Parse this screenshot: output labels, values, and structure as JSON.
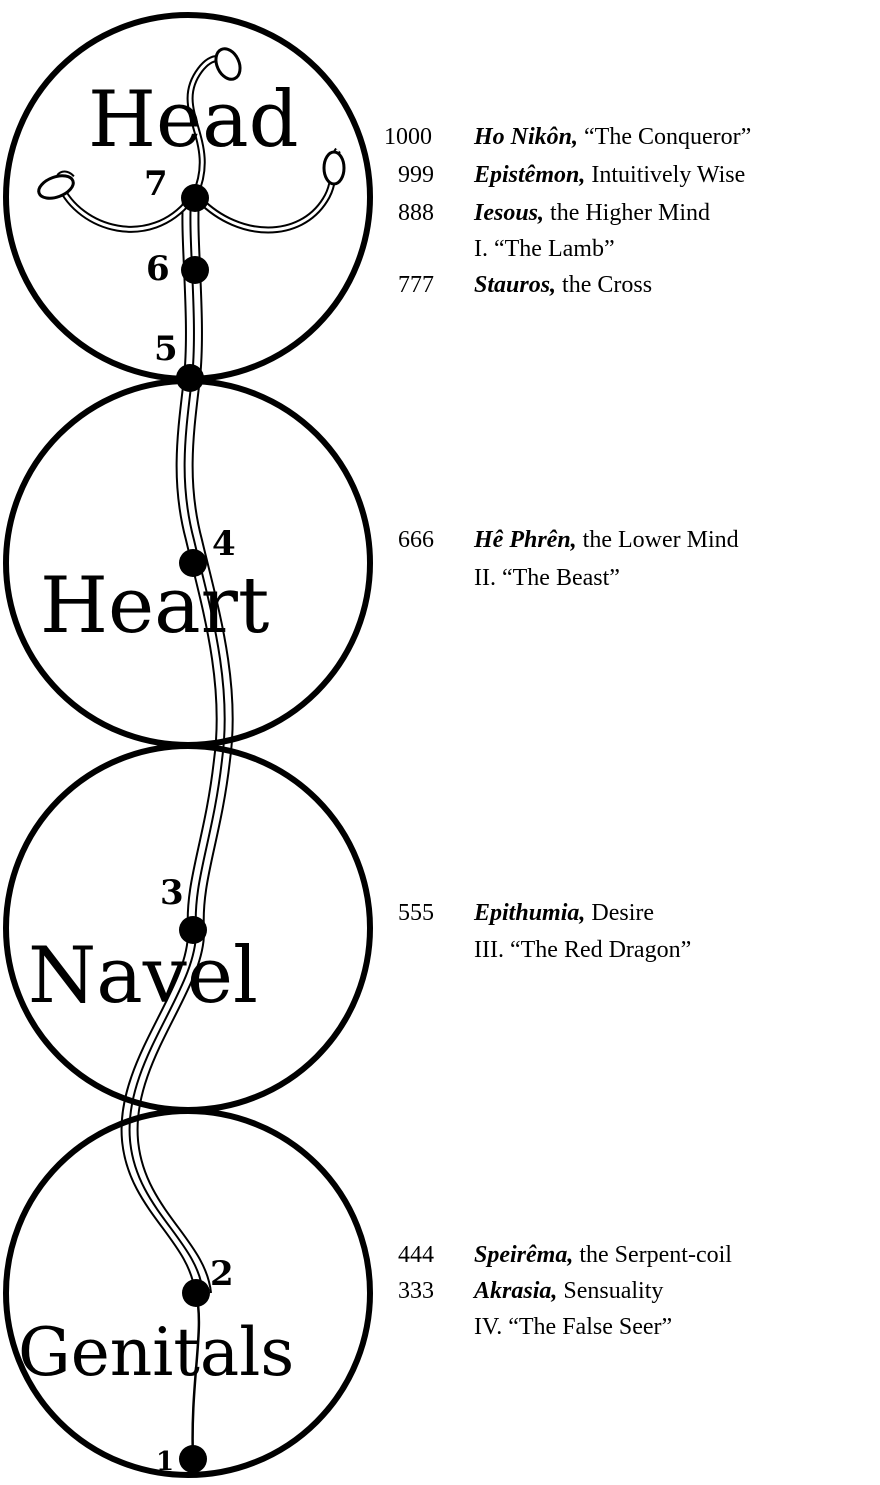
{
  "circles": [
    {
      "label": "Head"
    },
    {
      "label": "Heart"
    },
    {
      "label": "Navel"
    },
    {
      "label": "Genitals"
    }
  ],
  "points": [
    "1",
    "2",
    "3",
    "4",
    "5",
    "6",
    "7"
  ],
  "legend": [
    {
      "group": "head",
      "value": "1000",
      "term": "Ho Nikôn,",
      "gloss": "“The Conqueror”"
    },
    {
      "group": "head",
      "value": "999",
      "term": "Epistêmon,",
      "gloss": "Intuitively Wise"
    },
    {
      "group": "head",
      "value": "888",
      "term": "Iesous,",
      "gloss": "the Higher Mind"
    },
    {
      "group": "head",
      "value": "",
      "term": "",
      "gloss": "I. “The Lamb”"
    },
    {
      "group": "head",
      "value": "777",
      "term": "Stauros,",
      "gloss": "the Cross"
    },
    {
      "group": "heart",
      "value": "666",
      "term": "Hê Phrên,",
      "gloss": "the Lower Mind"
    },
    {
      "group": "heart",
      "value": "",
      "term": "",
      "gloss": "II. “The Beast”"
    },
    {
      "group": "navel",
      "value": "555",
      "term": "Epithumia,",
      "gloss": "Desire"
    },
    {
      "group": "navel",
      "value": "",
      "term": "",
      "gloss": "III. “The Red Dragon”"
    },
    {
      "group": "genitals",
      "value": "444",
      "term": "Speirêma,",
      "gloss": "the Serpent-coil"
    },
    {
      "group": "genitals",
      "value": "333",
      "term": "Akrasia,",
      "gloss": "Sensuality"
    },
    {
      "group": "genitals",
      "value": "",
      "term": "",
      "gloss": "IV. “The False Seer”"
    }
  ]
}
